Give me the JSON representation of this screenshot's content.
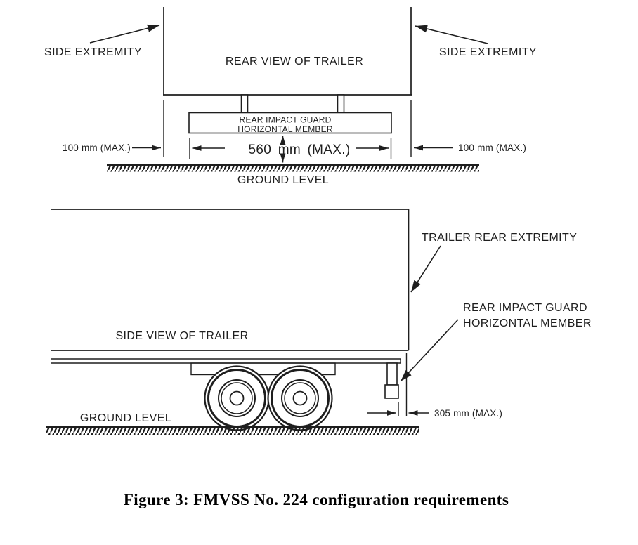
{
  "colors": {
    "ink": "#1e1e1e",
    "bg": "#ffffff"
  },
  "rear_view": {
    "title": "REAR VIEW OF TRAILER",
    "left_side_extremity_label": "SIDE EXTREMITY",
    "right_side_extremity_label": "SIDE EXTREMITY",
    "guard_box_line1": "REAR IMPACT GUARD",
    "guard_box_line2": "HORIZONTAL MEMBER",
    "left_offset_dim": "100 mm (MAX.)",
    "right_offset_dim": "100 mm (MAX.)",
    "ground_clearance_dim": "560 mm (MAX.)",
    "ground_label": "GROUND LEVEL"
  },
  "side_view": {
    "title": "SIDE VIEW OF TRAILER",
    "rear_extremity_label": "TRAILER REAR EXTREMITY",
    "guard_label_line1": "REAR IMPACT GUARD",
    "guard_label_line2": "HORIZONTAL MEMBER",
    "rear_offset_dim": "305 mm (MAX.)",
    "ground_label": "GROUND LEVEL"
  },
  "caption": "Figure 3: FMVSS No. 224 configuration requirements"
}
